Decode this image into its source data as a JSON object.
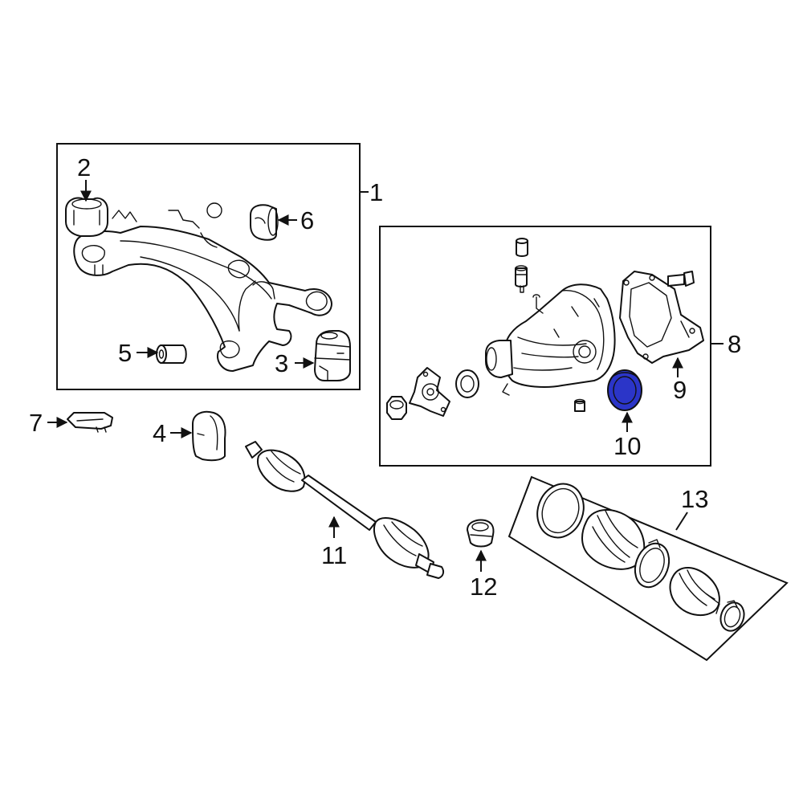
{
  "callouts": {
    "c1": "1",
    "c2": "2",
    "c3": "3",
    "c4": "4",
    "c5": "5",
    "c6": "6",
    "c7": "7",
    "c8": "8",
    "c9": "9",
    "c10": "10",
    "c11": "11",
    "c12": "12",
    "c13": "13"
  },
  "highlight": {
    "part": "10",
    "color": "#2b35c8"
  }
}
